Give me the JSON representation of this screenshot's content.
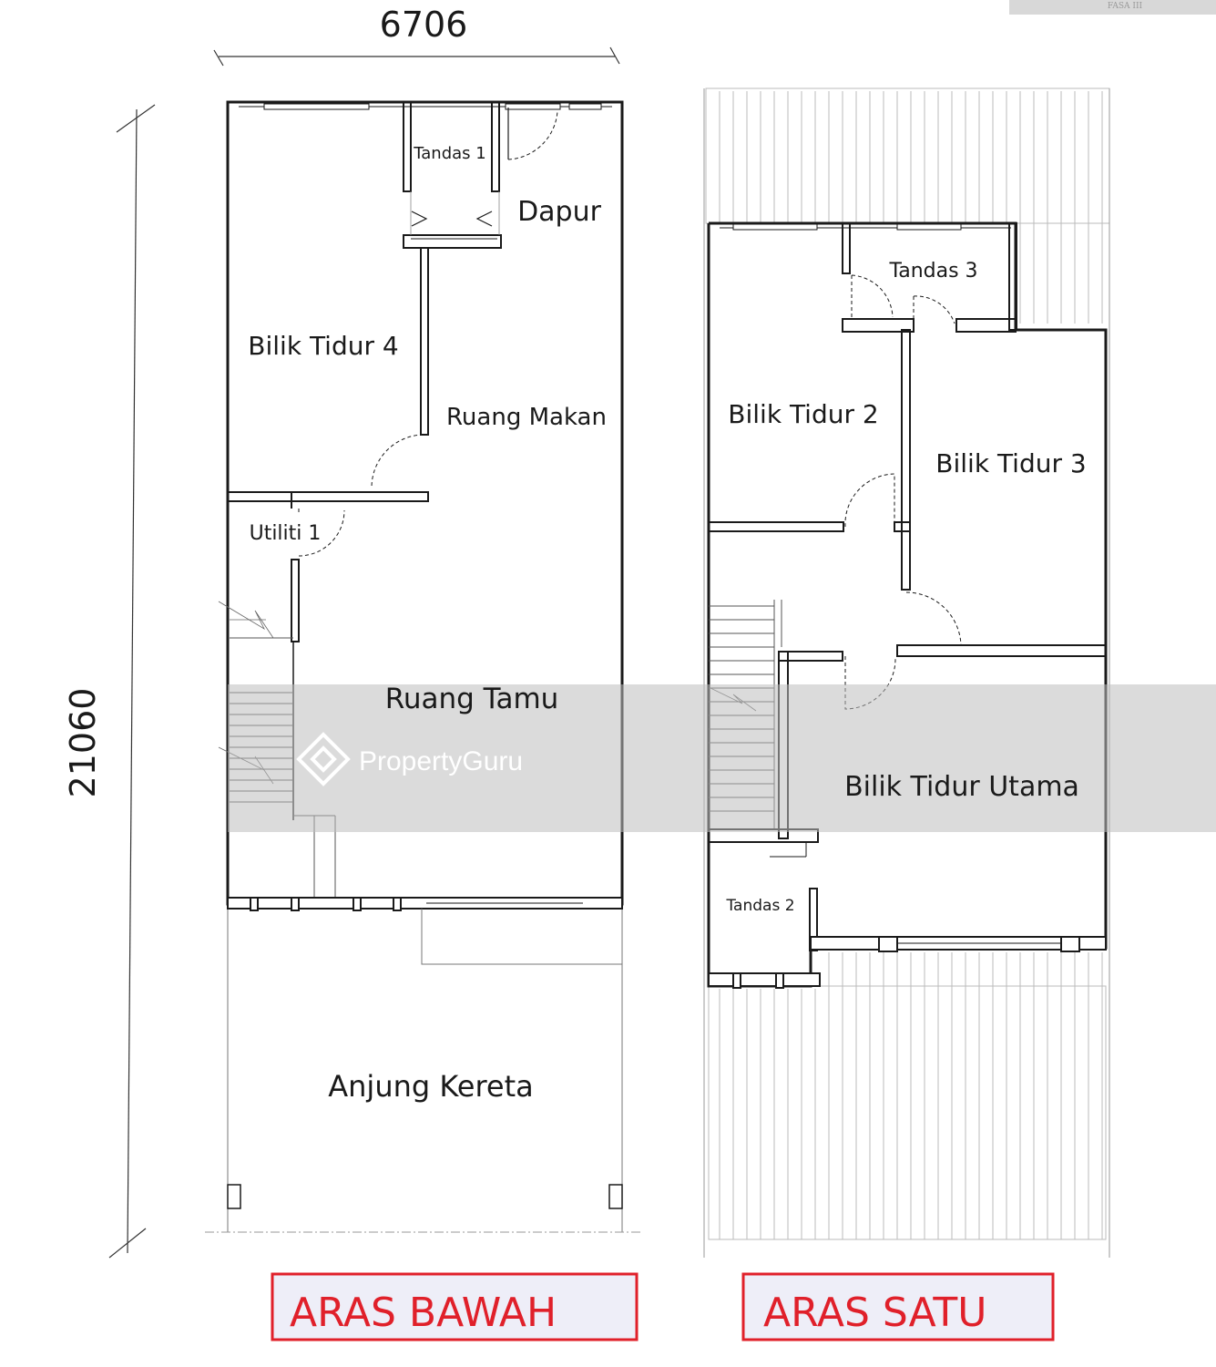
{
  "dimensions": {
    "width": "6706",
    "depth": "21060"
  },
  "ground_floor": {
    "level_label": "ARAS BAWAH",
    "rooms": {
      "toilet_1": "Tandas 1",
      "kitchen": "Dapur",
      "bedroom_4": "Bilik Tidur 4",
      "dining": "Ruang Makan",
      "utility": "Utiliti 1",
      "living": "Ruang Tamu",
      "car_porch": "Anjung Kereta"
    }
  },
  "first_floor": {
    "level_label": "ARAS SATU",
    "rooms": {
      "toilet_3": "Tandas 3",
      "bedroom_2": "Bilik Tidur 2",
      "bedroom_3": "Bilik Tidur 3",
      "master_bedroom": "Bilik Tidur Utama",
      "toilet_2": "Tandas 2"
    }
  },
  "watermark": {
    "brand": "PropertyGuru",
    "corner_tag": "FASA III"
  },
  "colors": {
    "wall": "#1a1a1a",
    "level_label": "#e0202a",
    "label_box_fill": "#eeeef8",
    "watermark_band": "#bdbdbd"
  }
}
